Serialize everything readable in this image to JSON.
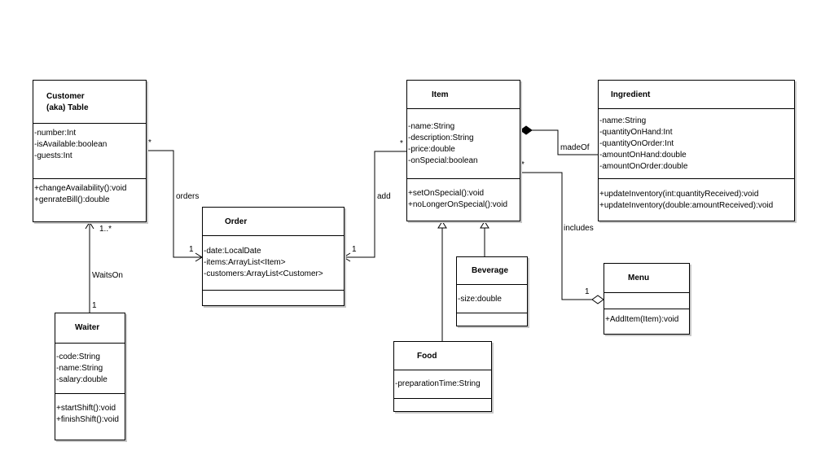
{
  "classes": {
    "customer": {
      "name": "Customer\n(aka) Table",
      "attributes": [
        "-number:Int",
        "-isAvailable:boolean",
        "-guests:Int"
      ],
      "operations": [
        "+changeAvailability():void",
        "+genrateBill():double"
      ]
    },
    "order": {
      "name": "Order",
      "attributes": [
        "-date:LocalDate",
        "-items:ArrayList<Item>",
        "-customers:ArrayList<Customer>"
      ],
      "operations": []
    },
    "waiter": {
      "name": "Waiter",
      "attributes": [
        "-code:String",
        "-name:String",
        "-salary:double"
      ],
      "operations": [
        "+startShift():void",
        "+finishShift():void"
      ]
    },
    "item": {
      "name": "Item",
      "attributes": [
        "-name:String",
        "-description:String",
        "-price:double",
        "-onSpecial:boolean"
      ],
      "operations": [
        "+setOnSpecial():void",
        "+noLongerOnSpecial():void"
      ]
    },
    "ingredient": {
      "name": "Ingredient",
      "attributes": [
        "-name:String",
        "-quantityOnHand:Int",
        "-quantityOnOrder:Int",
        "-amountOnHand:double",
        "-amountOnOrder:double"
      ],
      "operations": [
        "+updateInventory(int:quantityReceived):void",
        "+updateInventory(double:amountReceived):void"
      ]
    },
    "beverage": {
      "name": "Beverage",
      "attributes": [
        "-size:double"
      ],
      "operations": []
    },
    "menu": {
      "name": "Menu",
      "attributes": [],
      "operations": [
        "+AddItem(Item):void"
      ]
    },
    "food": {
      "name": "Food",
      "attributes": [
        "-preparationTime:String"
      ],
      "operations": []
    }
  },
  "relations": {
    "orders": {
      "name": "orders",
      "source_mult": "*",
      "target_mult": "1"
    },
    "waits_on": {
      "name": "WaitsOn",
      "source_mult": "1",
      "target_mult": "1..*"
    },
    "add": {
      "name": "add",
      "source_mult": "*",
      "target_mult": "1"
    },
    "made_of": {
      "name": "madeOf"
    },
    "includes": {
      "name": "includes",
      "source_mult": "*",
      "target_mult": "1"
    }
  }
}
